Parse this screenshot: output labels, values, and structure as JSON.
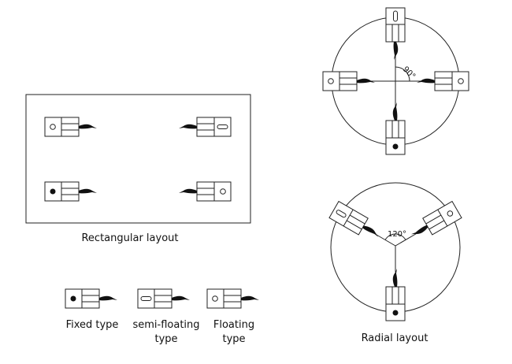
{
  "labels": {
    "rectangular_layout": "Rectangular layout",
    "radial_layout": "Radial layout",
    "angle_90": "90°",
    "angle_120": "120°"
  },
  "legend": [
    {
      "type": "fixed",
      "line1": "Fixed type",
      "line2": ""
    },
    {
      "type": "semi-floating",
      "line1": "semi-floating",
      "line2": "type"
    },
    {
      "type": "floating",
      "line1": "Floating",
      "line2": "type"
    }
  ],
  "colors": {
    "stroke": "#222222",
    "background": "#ffffff"
  }
}
